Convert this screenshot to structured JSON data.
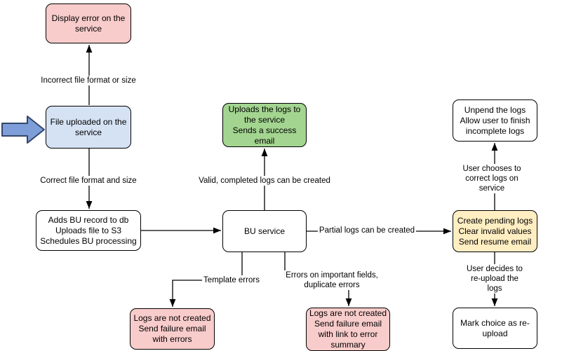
{
  "diagram": {
    "type": "flowchart",
    "nodes": [
      {
        "id": "display-error",
        "text": "Display error on the service",
        "fill": "#f8cccb"
      },
      {
        "id": "file-uploaded",
        "text": "File uploaded on the service",
        "fill": "#d5e2f4"
      },
      {
        "id": "adds-bu-record",
        "text": "Adds BU record to db\nUploads file to S3\nSchedules BU processing",
        "fill": "#ffffff"
      },
      {
        "id": "bu-service",
        "text": "BU service",
        "fill": "#ffffff"
      },
      {
        "id": "uploads-logs",
        "text": "Uploads the logs to the service\nSends a success email",
        "fill": "#a3d590"
      },
      {
        "id": "unpend-logs",
        "text": "Unpend the logs\nAllow user to finish incomplete logs",
        "fill": "#ffffff"
      },
      {
        "id": "create-pending",
        "text": "Create pending logs\nClear invalid values\nSend resume email",
        "fill": "#ffeec2"
      },
      {
        "id": "mark-reupload",
        "text": "Mark choice as re-upload",
        "fill": "#ffffff"
      },
      {
        "id": "fail-template",
        "text": "Logs are not created\nSend failure email with errors",
        "fill": "#f8cccb"
      },
      {
        "id": "fail-fields",
        "text": "Logs are not created\nSend failure email with link to error summary",
        "fill": "#f8cccb"
      }
    ],
    "edge_labels": [
      {
        "id": "incorrect-format",
        "text": "Incorrect file format or size"
      },
      {
        "id": "correct-format",
        "text": "Correct file format and size"
      },
      {
        "id": "valid-logs",
        "text": "Valid, completed logs can be created"
      },
      {
        "id": "partial-logs",
        "text": "Partial logs can be created"
      },
      {
        "id": "user-corrects",
        "text": "User chooses to correct logs on service"
      },
      {
        "id": "user-reuploads",
        "text": "User decides to re-upload the logs"
      },
      {
        "id": "template-errors",
        "text": "Template errors"
      },
      {
        "id": "field-errors",
        "text": "Errors on important fields,\nduplicate errors"
      }
    ],
    "start_arrow": {
      "name": "input-arrow",
      "fill": "#7d9ed8",
      "stroke": "#34466b"
    },
    "colors": {
      "node_border": "#000000",
      "connector": "#000000",
      "pink": "#f8cccb",
      "blue": "#d5e2f4",
      "green": "#a3d590",
      "yellow": "#ffeec2",
      "white": "#ffffff"
    }
  }
}
